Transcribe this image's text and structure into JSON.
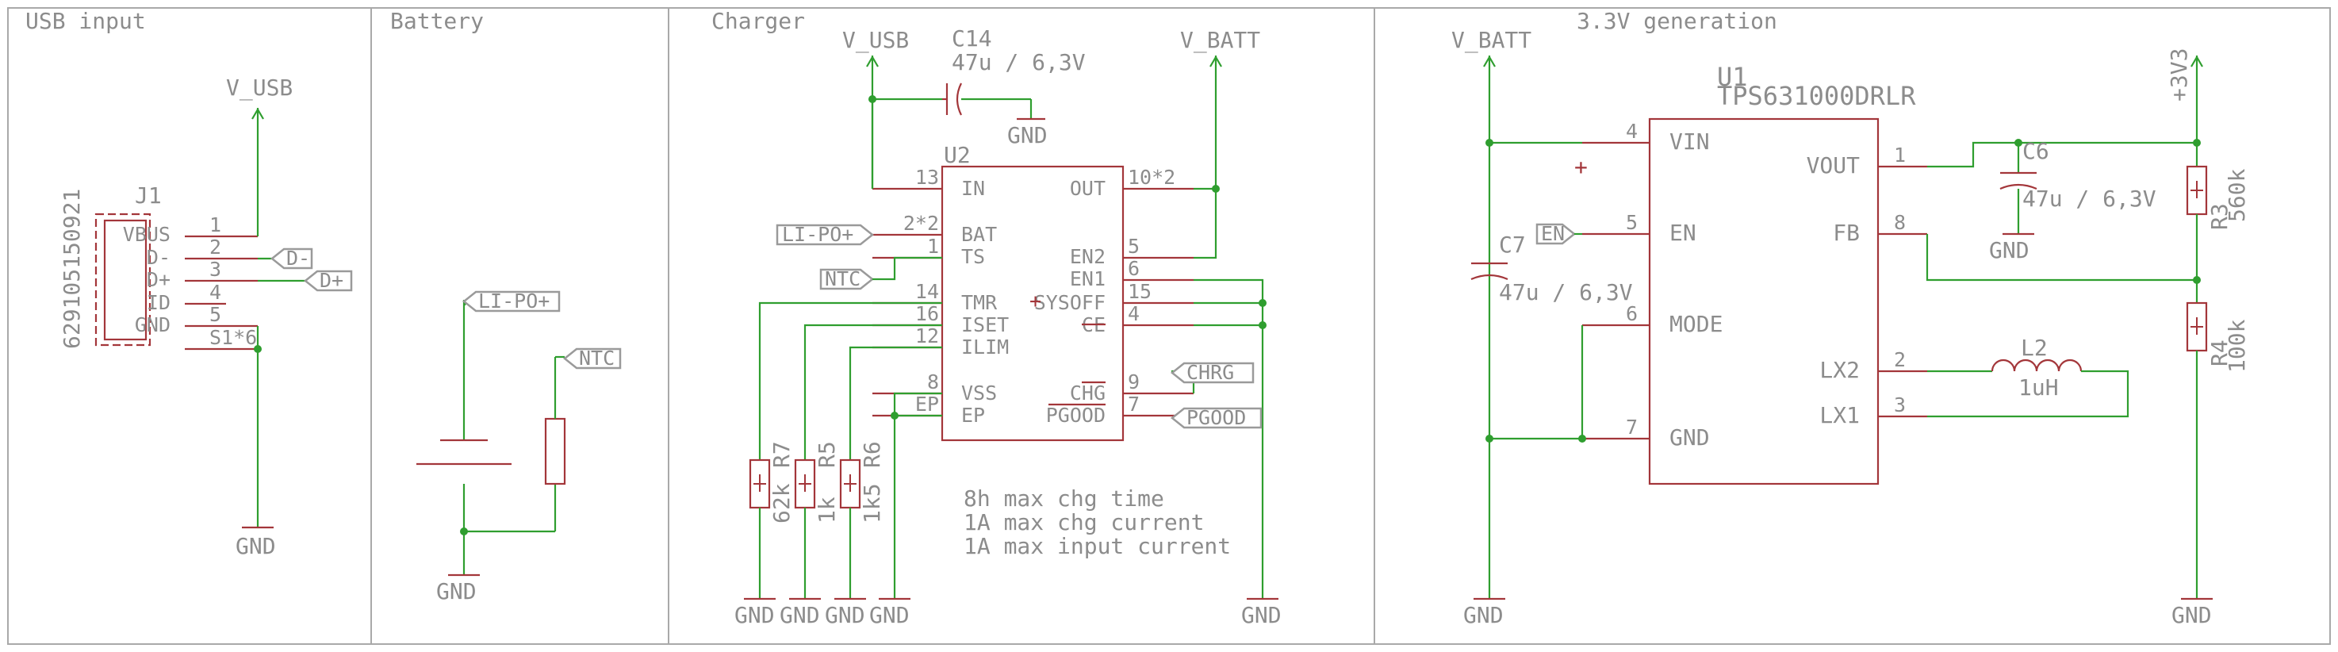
{
  "sections": {
    "usb_input": "USB input",
    "battery": "Battery",
    "charger": "Charger",
    "gen33": "3.3V generation"
  },
  "nets": {
    "vusb": "V_USB",
    "vbatt": "V_BATT",
    "gnd": "GND",
    "v3v3": "+3V3"
  },
  "labels": {
    "dm": "D-",
    "dp": "D+",
    "lipo": "LI-PO+",
    "ntc": "NTC",
    "chrg": "CHRG",
    "pgood": "PGOOD",
    "en": "EN"
  },
  "j1": {
    "ref": "J1",
    "value": "629105150921",
    "pins": [
      "VBUS",
      "D-",
      "D+",
      "ID",
      "GND"
    ],
    "nums": [
      "1",
      "2",
      "3",
      "4",
      "5",
      "S1*6"
    ]
  },
  "u2": {
    "ref": "U2",
    "left_pins": [
      "IN",
      "BAT",
      "TS",
      "TMR",
      "ISET",
      "ILIM",
      "VSS",
      "EP"
    ],
    "left_nums": [
      "13",
      "2*2",
      "1",
      "14",
      "16",
      "12",
      "8",
      "EP"
    ],
    "right_pins": [
      "OUT",
      "EN2",
      "EN1",
      "SYSOFF",
      "CE",
      "CHG",
      "PGOOD"
    ],
    "right_nums": [
      "10*2",
      "5",
      "6",
      "15",
      "4",
      "9",
      "7"
    ]
  },
  "u1": {
    "ref": "U1",
    "value": "TPS631000DRLR",
    "left_pins": [
      "VIN",
      "EN",
      "MODE",
      "GND"
    ],
    "left_nums": [
      "4",
      "5",
      "6",
      "7"
    ],
    "right_pins": [
      "VOUT",
      "FB",
      "LX2",
      "LX1"
    ],
    "right_nums": [
      "1",
      "8",
      "2",
      "3"
    ]
  },
  "passives": {
    "c14": {
      "ref": "C14",
      "value": "47u / 6,3V"
    },
    "c6": {
      "ref": "C6",
      "value": "47u / 6,3V"
    },
    "c7": {
      "ref": "C7",
      "value": "47u / 6,3V"
    },
    "r7": {
      "ref": "R7",
      "value": "62k"
    },
    "r5": {
      "ref": "R5",
      "value": "1k"
    },
    "r6": {
      "ref": "R6",
      "value": "1k5"
    },
    "r3": {
      "ref": "R3",
      "value": "560k"
    },
    "r4": {
      "ref": "R4",
      "value": "100k"
    },
    "l2": {
      "ref": "L2",
      "value": "1uH"
    }
  },
  "notes": [
    "8h max chg time",
    "1A max chg current",
    "1A max input current"
  ]
}
